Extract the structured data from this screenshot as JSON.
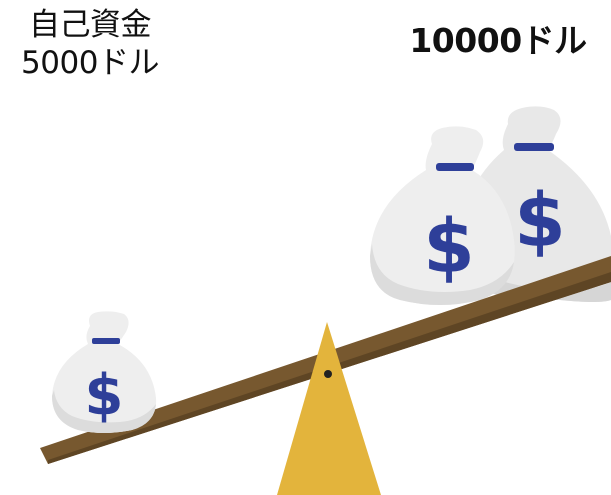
{
  "labels": {
    "own_funds_title": "自己資金",
    "own_funds_amount": "5000ドル",
    "total_amount": "10000ドル"
  },
  "bags": {
    "symbol": "$",
    "icon": "money-bag-icon"
  },
  "colors": {
    "plank": "#77582f",
    "plank_shadow": "#5e4524",
    "fulcrum": "#e3b43c",
    "bag_body": "#eeeeee",
    "bag_shade": "#dcdcdc",
    "bag_tie": "#2e3f99",
    "dollar": "#2e3f99",
    "text": "#111111"
  }
}
